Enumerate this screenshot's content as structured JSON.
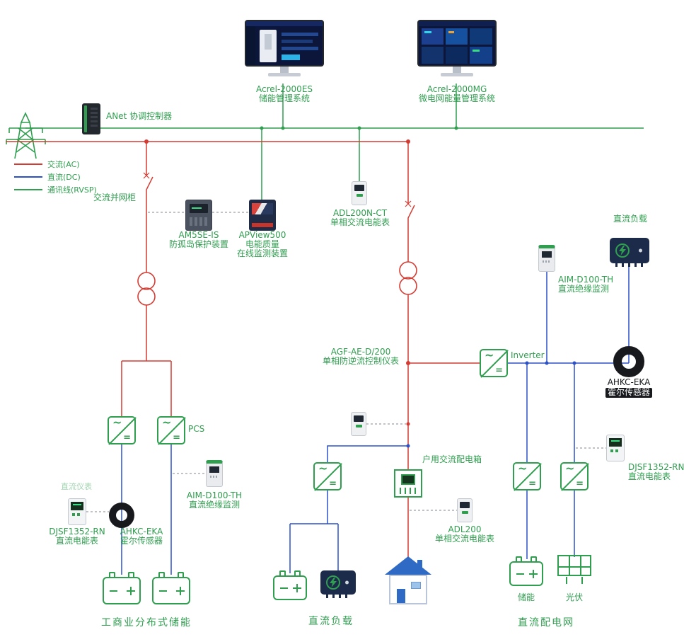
{
  "icons": {
    "ac": "~",
    "dc": "="
  },
  "colors": {
    "ac_line": "#d43c33",
    "dc_line": "#2b50c8",
    "comm_line": "#2f9e4f",
    "label_green": "#2f9e4f"
  },
  "monitors": [
    {
      "title": "Acrel-2000ES",
      "subtitle": "储能管理系统"
    },
    {
      "title": "Acrel-2000MG",
      "subtitle": "微电网能量管理系统"
    }
  ],
  "legend": [
    {
      "label": "交流(AC)"
    },
    {
      "label": "直流(DC)"
    },
    {
      "label": "通讯线(RVSP)"
    }
  ],
  "labels": {
    "anet": "ANet 协调控制器",
    "ac_cabinet": "交流并网柜",
    "am5se_name": "AM5SE-IS",
    "am5se_desc": "防孤岛保护装置",
    "apview_name": "APView500",
    "apview_desc1": "电能质量",
    "apview_desc2": "在线监测装置",
    "adl200nct_name": "ADL200N-CT",
    "adl200nct_desc": "单相交流电能表",
    "agf_name": "AGF-AE-D/200",
    "agf_desc": "单相防逆流控制仪表",
    "inverter": "Inverter",
    "aim_right_name": "AIM-D100-TH",
    "aim_right_desc": "直流绝缘监测",
    "dc_load_top": "直流负载",
    "hall_right_name": "AHKC-EKA",
    "hall_right_desc": "霍尔传感器",
    "djsf_right_name": "DJSF1352-RN",
    "djsf_right_desc": "直流电能表",
    "pcs": "PCS",
    "aim_left_name": "AIM-D100-TH",
    "aim_left_desc": "直流绝缘监测",
    "dc_meter_faint": "直流仪表",
    "djsf_left_name": "DJSF1352-RN",
    "djsf_left_desc": "直流电能表",
    "hall_left_name": "AHKC-EKA",
    "hall_left_desc": "霍尔传感器",
    "storage_title": "工商业分布式储能",
    "house_box": "户用交流配电箱",
    "adl200_name": "ADL200",
    "adl200_desc": "单相交流电能表",
    "dc_load_bottom": "直流负载",
    "battery_right": "储能",
    "pv": "光伏",
    "dc_grid": "直流配电网"
  }
}
